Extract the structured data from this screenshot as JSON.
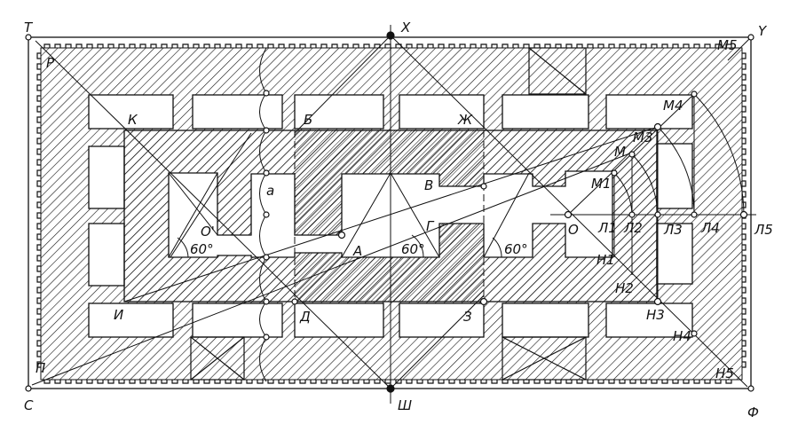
{
  "labels": {
    "T": "Т",
    "P": "Р",
    "K": "К",
    "B": "Б",
    "Zh": "Ж",
    "X": "Х",
    "Y": "Y",
    "M5": "M5",
    "M4": "M4",
    "M3": "M3",
    "M": "M",
    "M1": "M1",
    "L1": "Л1",
    "L2": "Л2",
    "L3": "Л3",
    "L4": "Л4",
    "L5": "Л5",
    "O": "O",
    "H1": "H1",
    "H2": "H2",
    "H3": "H3",
    "H4": "H4",
    "H5": "H5",
    "F": "Ф",
    "Sh": "Ш",
    "S": "С",
    "Pi": "П",
    "I": "И",
    "D": "Д",
    "Z": "З",
    "A": "A",
    "G": "Г",
    "V": "В",
    "O1": "O'",
    "a": "a",
    "angle1": "60°",
    "angle2": "60°",
    "angle3": "60°"
  }
}
